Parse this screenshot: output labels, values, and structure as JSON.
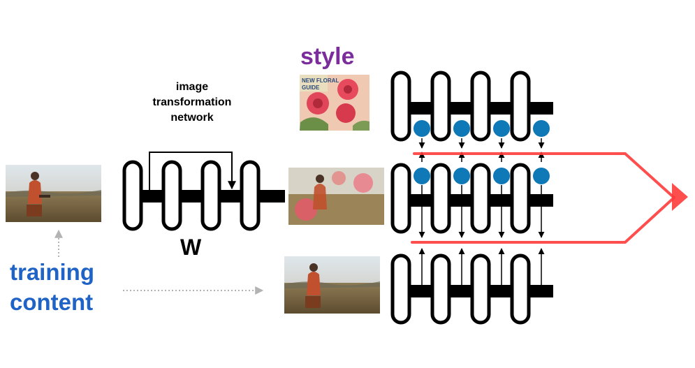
{
  "labels": {
    "style": "style",
    "image_transformation_network": [
      "image",
      "transformation",
      "network"
    ],
    "weights": "W",
    "training_content": [
      "training",
      "content"
    ]
  },
  "colors": {
    "style_label": "#7b2d9b",
    "content_label": "#1f63c6",
    "feature_node": "#0f78b7",
    "loss_arrow": "#ff3b3b",
    "network_stroke": "#000000",
    "dotted_arrow": "#b3b3b3"
  },
  "images": {
    "content": "photo of a person in a red sweater sitting on a suitcase in a grassy field",
    "style": "vintage floral seed catalog cover with red flowers",
    "stylized": "content photo blended with red floral style"
  },
  "icons": [
    "arrow-up-icon",
    "arrow-right-icon",
    "arrow-down-icon"
  ]
}
